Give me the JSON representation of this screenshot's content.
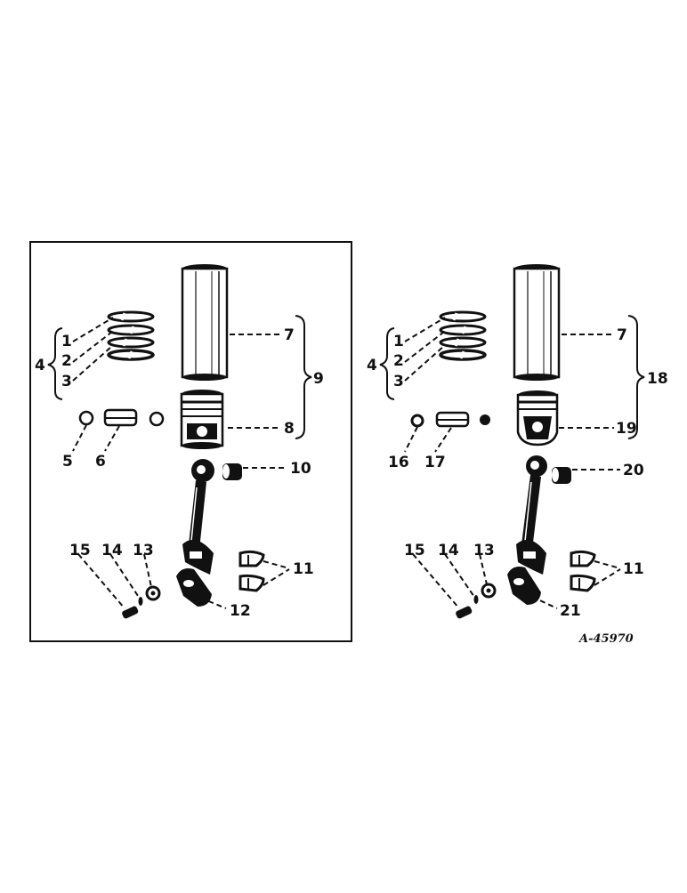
{
  "figure_ref": "A-45970",
  "left_group": {
    "labels": {
      "l1": "1",
      "l2": "2",
      "l3": "3",
      "l4": "4",
      "l5": "5",
      "l6": "6",
      "l7": "7",
      "l8": "8",
      "l9": "9",
      "l10": "10",
      "l11": "11",
      "l12": "12",
      "l13": "13",
      "l14": "14",
      "l15": "15"
    }
  },
  "right_group": {
    "labels": {
      "l1": "1",
      "l2": "2",
      "l3": "3",
      "l4": "4",
      "l16": "16",
      "l17": "17",
      "l7": "7",
      "l18": "18",
      "l19": "19",
      "l20": "20",
      "l11": "11",
      "l21": "21",
      "l13": "13",
      "l14": "14",
      "l15": "15"
    }
  }
}
